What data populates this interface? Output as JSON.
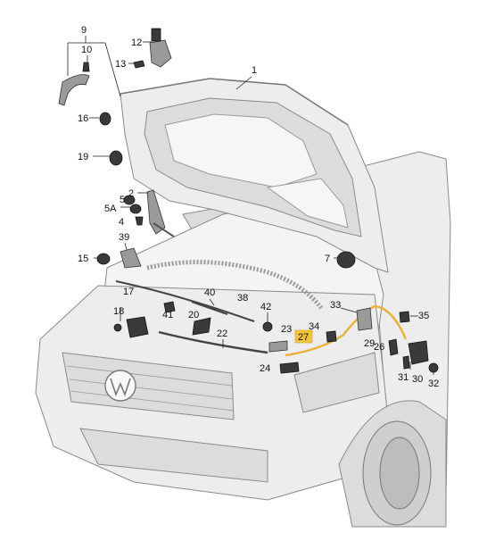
{
  "diagram": {
    "callouts": [
      {
        "id": "c1",
        "text": "1"
      },
      {
        "id": "c2",
        "text": "2"
      },
      {
        "id": "c4",
        "text": "4"
      },
      {
        "id": "c5",
        "text": "5"
      },
      {
        "id": "c5a",
        "text": "5A"
      },
      {
        "id": "c7",
        "text": "7"
      },
      {
        "id": "c9",
        "text": "9"
      },
      {
        "id": "c10",
        "text": "10"
      },
      {
        "id": "c12",
        "text": "12"
      },
      {
        "id": "c13",
        "text": "13"
      },
      {
        "id": "c15",
        "text": "15"
      },
      {
        "id": "c16",
        "text": "16"
      },
      {
        "id": "c17",
        "text": "17"
      },
      {
        "id": "c18",
        "text": "18"
      },
      {
        "id": "c19",
        "text": "19"
      },
      {
        "id": "c20",
        "text": "20"
      },
      {
        "id": "c22",
        "text": "22"
      },
      {
        "id": "c23",
        "text": "23"
      },
      {
        "id": "c24",
        "text": "24"
      },
      {
        "id": "c26",
        "text": "26"
      },
      {
        "id": "c27",
        "text": "27"
      },
      {
        "id": "c29",
        "text": "29"
      },
      {
        "id": "c30",
        "text": "30"
      },
      {
        "id": "c31",
        "text": "31"
      },
      {
        "id": "c32",
        "text": "32"
      },
      {
        "id": "c33",
        "text": "33"
      },
      {
        "id": "c34",
        "text": "34"
      },
      {
        "id": "c35",
        "text": "35"
      },
      {
        "id": "c38",
        "text": "38"
      },
      {
        "id": "c39",
        "text": "39"
      },
      {
        "id": "c40",
        "text": "40"
      },
      {
        "id": "c41",
        "text": "41"
      },
      {
        "id": "c42",
        "text": "42"
      }
    ],
    "highlight": {
      "part": "27",
      "color": "#f2c53d"
    },
    "colors": {
      "body_fill": "#ededed",
      "body_stroke": "#8a8a8a",
      "cable": "#e8b23a",
      "part_dark": "#3a3a3a"
    }
  }
}
